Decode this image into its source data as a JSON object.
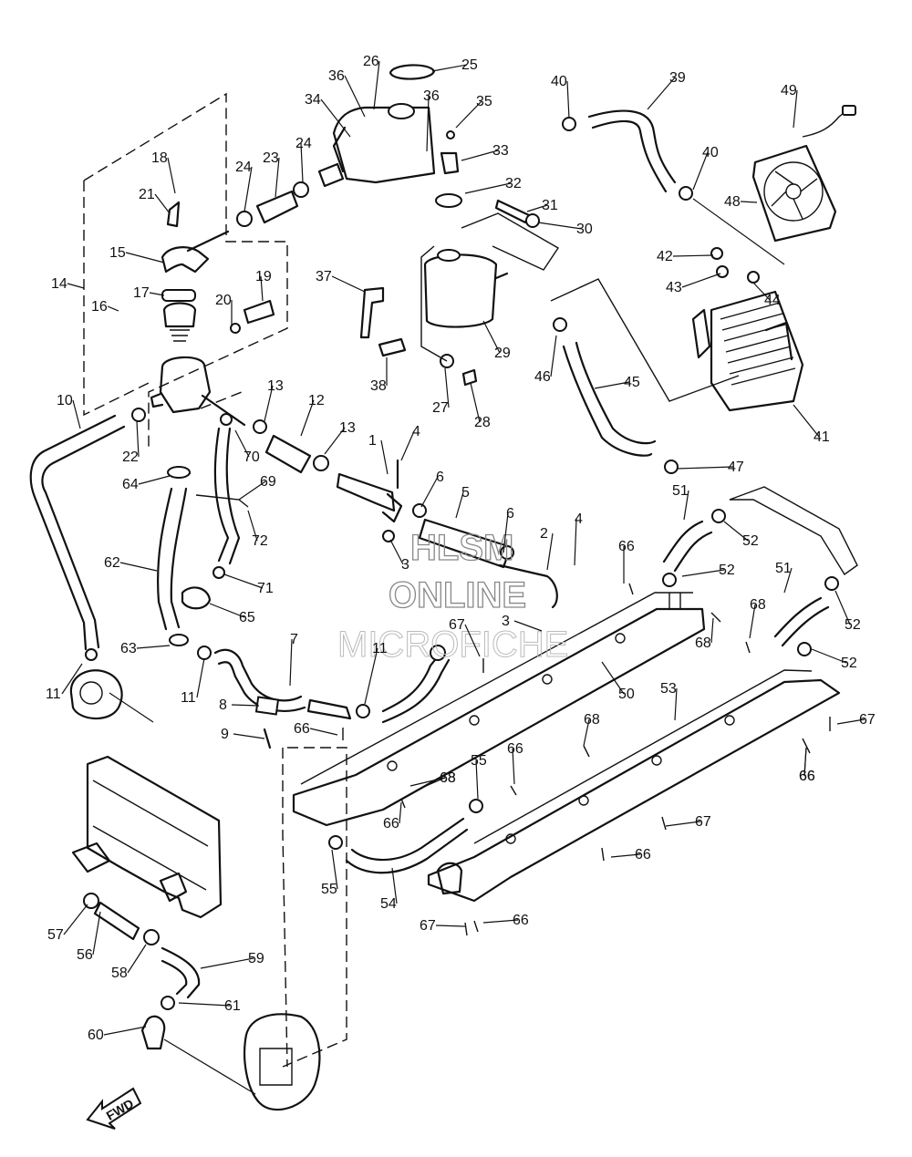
{
  "callouts": [
    {
      "n": "1"
    },
    {
      "n": "2"
    },
    {
      "n": "3"
    },
    {
      "n": "3"
    },
    {
      "n": "4"
    },
    {
      "n": "4"
    },
    {
      "n": "5"
    },
    {
      "n": "6"
    },
    {
      "n": "6"
    },
    {
      "n": "7"
    },
    {
      "n": "8"
    },
    {
      "n": "9"
    },
    {
      "n": "10"
    },
    {
      "n": "11"
    },
    {
      "n": "11"
    },
    {
      "n": "11"
    },
    {
      "n": "12"
    },
    {
      "n": "13"
    },
    {
      "n": "13"
    },
    {
      "n": "14"
    },
    {
      "n": "15"
    },
    {
      "n": "16"
    },
    {
      "n": "17"
    },
    {
      "n": "18"
    },
    {
      "n": "19"
    },
    {
      "n": "20"
    },
    {
      "n": "21"
    },
    {
      "n": "22"
    },
    {
      "n": "23"
    },
    {
      "n": "24"
    },
    {
      "n": "24"
    },
    {
      "n": "25"
    },
    {
      "n": "26"
    },
    {
      "n": "27"
    },
    {
      "n": "28"
    },
    {
      "n": "29"
    },
    {
      "n": "30"
    },
    {
      "n": "31"
    },
    {
      "n": "32"
    },
    {
      "n": "33"
    },
    {
      "n": "34"
    },
    {
      "n": "35"
    },
    {
      "n": "36"
    },
    {
      "n": "36"
    },
    {
      "n": "37"
    },
    {
      "n": "38"
    },
    {
      "n": "39"
    },
    {
      "n": "40"
    },
    {
      "n": "40"
    },
    {
      "n": "41"
    },
    {
      "n": "42"
    },
    {
      "n": "43"
    },
    {
      "n": "44"
    },
    {
      "n": "45"
    },
    {
      "n": "46"
    },
    {
      "n": "47"
    },
    {
      "n": "48"
    },
    {
      "n": "49"
    },
    {
      "n": "50"
    },
    {
      "n": "51"
    },
    {
      "n": "51"
    },
    {
      "n": "52"
    },
    {
      "n": "52"
    },
    {
      "n": "52"
    },
    {
      "n": "52"
    },
    {
      "n": "53"
    },
    {
      "n": "54"
    },
    {
      "n": "55"
    },
    {
      "n": "55"
    },
    {
      "n": "56"
    },
    {
      "n": "57"
    },
    {
      "n": "58"
    },
    {
      "n": "59"
    },
    {
      "n": "60"
    },
    {
      "n": "61"
    },
    {
      "n": "62"
    },
    {
      "n": "63"
    },
    {
      "n": "64"
    },
    {
      "n": "65"
    },
    {
      "n": "66"
    },
    {
      "n": "66"
    },
    {
      "n": "66"
    },
    {
      "n": "66"
    },
    {
      "n": "66"
    },
    {
      "n": "66"
    },
    {
      "n": "66"
    },
    {
      "n": "66"
    },
    {
      "n": "67"
    },
    {
      "n": "67"
    },
    {
      "n": "67"
    },
    {
      "n": "67"
    },
    {
      "n": "68"
    },
    {
      "n": "68"
    },
    {
      "n": "68"
    },
    {
      "n": "68"
    },
    {
      "n": "68"
    },
    {
      "n": "69"
    },
    {
      "n": "70"
    },
    {
      "n": "71"
    },
    {
      "n": "72"
    }
  ],
  "watermark": {
    "line1": "HLSM",
    "line2": "ONLINE",
    "line3": "MICROFICHE"
  },
  "fwd_label": "FWD"
}
